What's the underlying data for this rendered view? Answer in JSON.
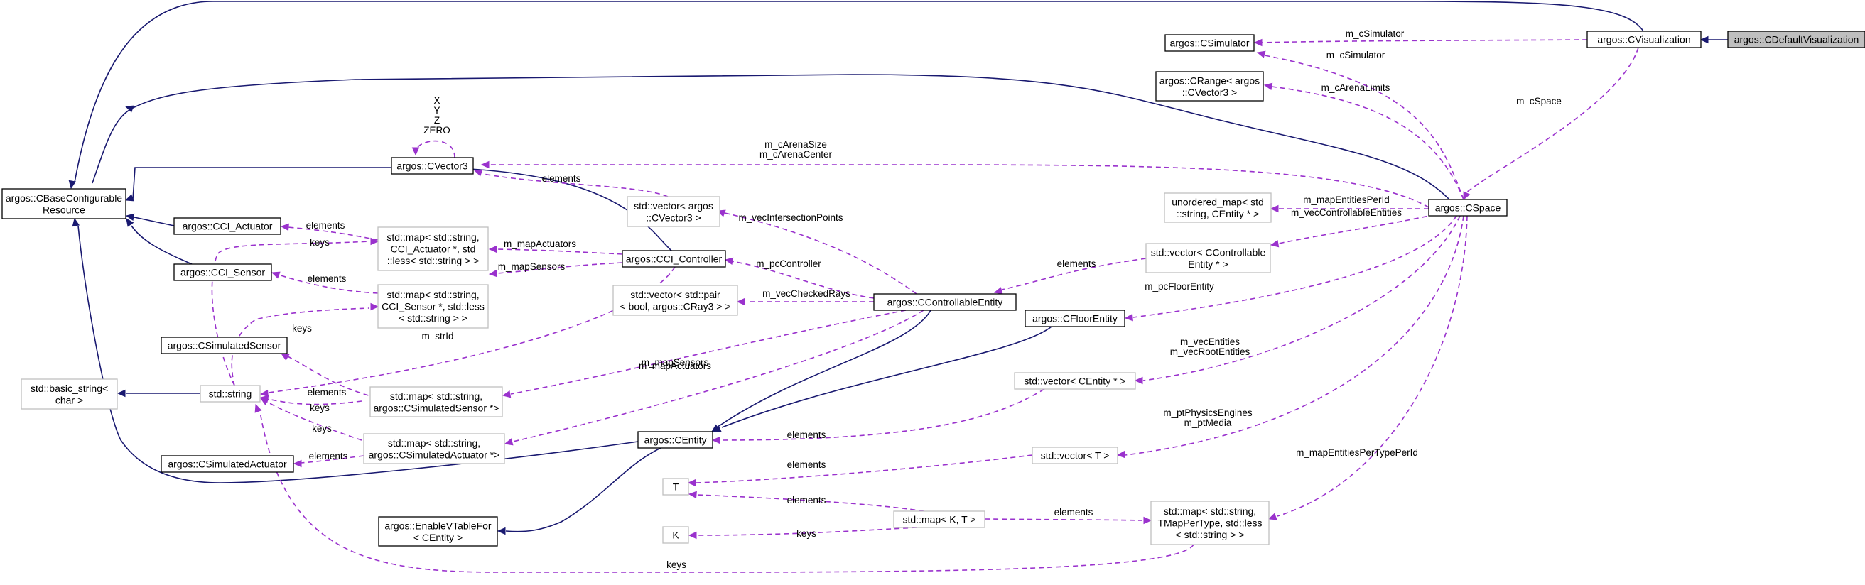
{
  "nodes": [
    {
      "id": "cdefaultvisualization",
      "lines": [
        "argos::CDefaultVisualization"
      ],
      "style": "current"
    },
    {
      "id": "cvisualization",
      "lines": [
        "argos::CVisualization"
      ],
      "style": "solid"
    },
    {
      "id": "csimulator",
      "lines": [
        "argos::CSimulator"
      ],
      "style": "solid"
    },
    {
      "id": "crange-cvector3",
      "lines": [
        "argos::CRange< argos",
        "::CVector3 >"
      ],
      "style": "solid"
    },
    {
      "id": "cvector3",
      "lines": [
        "argos::CVector3"
      ],
      "style": "solid"
    },
    {
      "id": "cbaseconfigurableresource",
      "lines": [
        "argos::CBaseConfigurable",
        "Resource"
      ],
      "style": "solid"
    },
    {
      "id": "cci-actuator",
      "lines": [
        "argos::CCI_Actuator"
      ],
      "style": "solid"
    },
    {
      "id": "cci-sensor",
      "lines": [
        "argos::CCI_Sensor"
      ],
      "style": "solid"
    },
    {
      "id": "csimulatedsensor",
      "lines": [
        "argos::CSimulatedSensor"
      ],
      "style": "solid"
    },
    {
      "id": "csimulatedactuator",
      "lines": [
        "argos::CSimulatedActuator"
      ],
      "style": "solid"
    },
    {
      "id": "basic-string",
      "lines": [
        "std::basic_string<",
        "char >"
      ],
      "style": "grey"
    },
    {
      "id": "std-string",
      "lines": [
        "std::string"
      ],
      "style": "grey"
    },
    {
      "id": "map-actuators",
      "lines": [
        "std::map< std::string,",
        "CCI_Actuator *, std",
        "::less< std::string > >"
      ],
      "style": "grey"
    },
    {
      "id": "map-sensors",
      "lines": [
        "std::map< std::string,",
        "CCI_Sensor *, std::less",
        "< std::string > >"
      ],
      "style": "grey"
    },
    {
      "id": "map-simsensor",
      "lines": [
        "std::map< std::string,",
        "argos::CSimulatedSensor *>"
      ],
      "style": "grey"
    },
    {
      "id": "map-simactuator",
      "lines": [
        "std::map< std::string,",
        "argos::CSimulatedActuator *>"
      ],
      "style": "grey"
    },
    {
      "id": "vector-cvector3",
      "lines": [
        "std::vector< argos",
        "::CVector3 >"
      ],
      "style": "grey"
    },
    {
      "id": "cci-controller",
      "lines": [
        "argos::CCI_Controller"
      ],
      "style": "solid"
    },
    {
      "id": "vector-pair-cray3",
      "lines": [
        "std::vector< std::pair",
        "< bool, argos::CRay3 > >"
      ],
      "style": "grey"
    },
    {
      "id": "ccontrollableentity",
      "lines": [
        "argos::CControllableEntity"
      ],
      "style": "solid"
    },
    {
      "id": "centity",
      "lines": [
        "argos::CEntity"
      ],
      "style": "solid"
    },
    {
      "id": "enablevtablefor",
      "lines": [
        "argos::EnableVTableFor",
        "< CEntity >"
      ],
      "style": "solid"
    },
    {
      "id": "t",
      "lines": [
        "T"
      ],
      "style": "grey"
    },
    {
      "id": "k",
      "lines": [
        "K"
      ],
      "style": "grey"
    },
    {
      "id": "map-k-t",
      "lines": [
        "std::map< K, T >"
      ],
      "style": "grey"
    },
    {
      "id": "unordered-map",
      "lines": [
        "unordered_map< std",
        "::string, CEntity * >"
      ],
      "style": "grey"
    },
    {
      "id": "vector-ccontrollable",
      "lines": [
        "std::vector< CControllable",
        "Entity * >"
      ],
      "style": "grey"
    },
    {
      "id": "cfloorentity",
      "lines": [
        "argos::CFloorEntity"
      ],
      "style": "solid"
    },
    {
      "id": "vector-centity",
      "lines": [
        "std::vector< CEntity * >"
      ],
      "style": "grey"
    },
    {
      "id": "vector-t",
      "lines": [
        "std::vector< T >"
      ],
      "style": "grey"
    },
    {
      "id": "map-tmappertype",
      "lines": [
        "std::map< std::string,",
        "TMapPerType, std::less",
        "< std::string > >"
      ],
      "style": "grey"
    },
    {
      "id": "cspace",
      "lines": [
        "argos::CSpace"
      ],
      "style": "solid"
    }
  ],
  "edges": [
    {
      "from": "cvisualization",
      "to": "cdefaultvisualization",
      "kind": "inheritance",
      "labels": []
    },
    {
      "from": "cbaseconfigurableresource",
      "to": "cvisualization",
      "kind": "inheritance",
      "labels": []
    },
    {
      "from": "cbaseconfigurableresource",
      "to": "cspace",
      "kind": "inheritance",
      "labels": []
    },
    {
      "from": "cbaseconfigurableresource",
      "to": "cci-controller",
      "kind": "inheritance",
      "labels": []
    },
    {
      "from": "cbaseconfigurableresource",
      "to": "cci-actuator",
      "kind": "inheritance",
      "labels": []
    },
    {
      "from": "cbaseconfigurableresource",
      "to": "cci-sensor",
      "kind": "inheritance",
      "labels": []
    },
    {
      "from": "cbaseconfigurableresource",
      "to": "centity",
      "kind": "inheritance",
      "labels": []
    },
    {
      "from": "basic-string",
      "to": "std-string",
      "kind": "inheritance",
      "labels": []
    },
    {
      "from": "centity",
      "to": "ccontrollableentity",
      "kind": "inheritance",
      "labels": []
    },
    {
      "from": "centity",
      "to": "cfloorentity",
      "kind": "inheritance",
      "labels": []
    },
    {
      "from": "enablevtablefor",
      "to": "centity",
      "kind": "inheritance",
      "labels": []
    },
    {
      "from": "csimulator",
      "to": "cvisualization",
      "kind": "usage",
      "labels": [
        "m_cSimulator"
      ]
    },
    {
      "from": "cspace",
      "to": "cvisualization",
      "kind": "usage",
      "labels": [
        "m_cSpace"
      ]
    },
    {
      "from": "csimulator",
      "to": "cspace",
      "kind": "usage",
      "labels": [
        "m_cSimulator"
      ]
    },
    {
      "from": "crange-cvector3",
      "to": "cspace",
      "kind": "usage",
      "labels": [
        "m_cArenaLimits"
      ]
    },
    {
      "from": "cvector3",
      "to": "cspace",
      "kind": "usage",
      "labels": [
        "m_cArenaSize",
        "m_cArenaCenter"
      ]
    },
    {
      "from": "cvector3",
      "to": "cvector3",
      "kind": "usage",
      "labels": [
        "X",
        "Y",
        "Z",
        "ZERO"
      ]
    },
    {
      "from": "cvector3",
      "to": "vector-cvector3",
      "kind": "usage",
      "labels": [
        "elements"
      ]
    },
    {
      "from": "vector-cvector3",
      "to": "ccontrollableentity",
      "kind": "usage",
      "labels": [
        "m_vecIntersectionPoints"
      ]
    },
    {
      "from": "cci-actuator",
      "to": "map-actuators",
      "kind": "usage",
      "labels": [
        "elements"
      ]
    },
    {
      "from": "std-string",
      "to": "map-actuators",
      "kind": "usage",
      "labels": [
        "keys"
      ]
    },
    {
      "from": "map-actuators",
      "to": "cci-controller",
      "kind": "usage",
      "labels": [
        "m_mapActuators"
      ]
    },
    {
      "from": "cci-sensor",
      "to": "map-sensors",
      "kind": "usage",
      "labels": [
        "elements"
      ]
    },
    {
      "from": "std-string",
      "to": "map-sensors",
      "kind": "usage",
      "labels": [
        "keys"
      ]
    },
    {
      "from": "map-sensors",
      "to": "cci-controller",
      "kind": "usage",
      "labels": [
        "m_mapSensors"
      ]
    },
    {
      "from": "std-string",
      "to": "cci-controller",
      "kind": "usage",
      "labels": [
        "m_strId"
      ]
    },
    {
      "from": "cci-controller",
      "to": "ccontrollableentity",
      "kind": "usage",
      "labels": [
        "m_pcController"
      ]
    },
    {
      "from": "vector-pair-cray3",
      "to": "ccontrollableentity",
      "kind": "usage",
      "labels": [
        "m_vecCheckedRays"
      ]
    },
    {
      "from": "csimulatedsensor",
      "to": "map-simsensor",
      "kind": "usage",
      "labels": [
        "elements"
      ]
    },
    {
      "from": "std-string",
      "to": "map-simsensor",
      "kind": "usage",
      "labels": [
        "keys"
      ]
    },
    {
      "from": "map-simsensor",
      "to": "ccontrollableentity",
      "kind": "usage",
      "labels": [
        "m_mapSensors"
      ]
    },
    {
      "from": "csimulatedactuator",
      "to": "map-simactuator",
      "kind": "usage",
      "labels": [
        "elements"
      ]
    },
    {
      "from": "std-string",
      "to": "map-simactuator",
      "kind": "usage",
      "labels": [
        "keys"
      ]
    },
    {
      "from": "map-simactuator",
      "to": "ccontrollableentity",
      "kind": "usage",
      "labels": [
        "m_mapActuators"
      ]
    },
    {
      "from": "unordered-map",
      "to": "cspace",
      "kind": "usage",
      "labels": [
        "m_mapEntitiesPerId"
      ]
    },
    {
      "from": "vector-ccontrollable",
      "to": "cspace",
      "kind": "usage",
      "labels": [
        "m_vecControllableEntities"
      ]
    },
    {
      "from": "ccontrollableentity",
      "to": "vector-ccontrollable",
      "kind": "usage",
      "labels": [
        "elements"
      ]
    },
    {
      "from": "cfloorentity",
      "to": "cspace",
      "kind": "usage",
      "labels": [
        "m_pcFloorEntity"
      ]
    },
    {
      "from": "vector-centity",
      "to": "cspace",
      "kind": "usage",
      "labels": [
        "m_vecEntities",
        "m_vecRootEntities"
      ]
    },
    {
      "from": "centity",
      "to": "vector-centity",
      "kind": "usage",
      "labels": [
        "elements"
      ]
    },
    {
      "from": "vector-t",
      "to": "cspace",
      "kind": "usage",
      "labels": [
        "m_ptPhysicsEngines",
        "m_ptMedia"
      ]
    },
    {
      "from": "t",
      "to": "vector-t",
      "kind": "usage",
      "labels": [
        "elements"
      ]
    },
    {
      "from": "map-tmappertype",
      "to": "cspace",
      "kind": "usage",
      "labels": [
        "m_mapEntitiesPerTypePerId"
      ]
    },
    {
      "from": "map-k-t",
      "to": "map-tmappertype",
      "kind": "usage",
      "labels": [
        "elements"
      ]
    },
    {
      "from": "t",
      "to": "map-k-t",
      "kind": "usage",
      "labels": [
        "elements"
      ]
    },
    {
      "from": "k",
      "to": "map-k-t",
      "kind": "usage",
      "labels": [
        "keys"
      ]
    },
    {
      "from": "std-string",
      "to": "map-tmappertype",
      "kind": "usage",
      "labels": [
        "keys"
      ]
    }
  ]
}
